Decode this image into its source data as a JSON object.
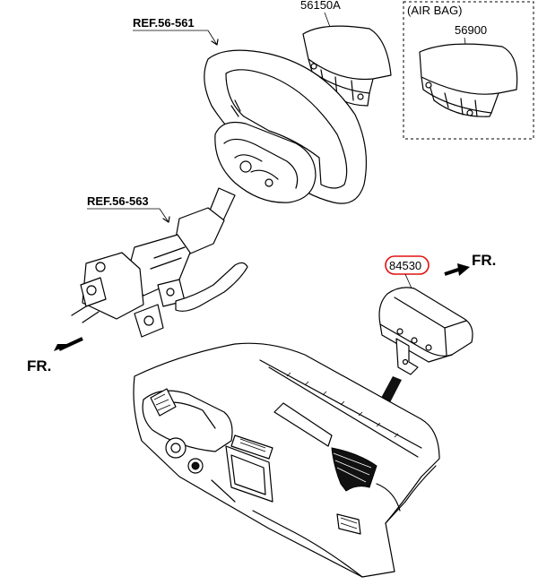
{
  "labels": {
    "ref_wheel": "REF.56-561",
    "ref_column": "REF.56-563",
    "driver_airbag": "56150A",
    "air_bag_group": "(AIR BAG)",
    "alt_airbag": "56900",
    "passenger_airbag": "84530",
    "front_right": "FR.",
    "front_left": "FR."
  },
  "colors": {
    "highlight": "#e01010",
    "line": "#000000"
  }
}
